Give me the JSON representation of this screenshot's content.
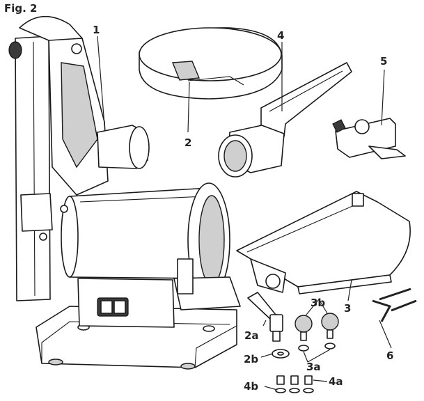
{
  "figure_title": "Fig. 2",
  "labels": {
    "l1": "1",
    "l2": "2",
    "l2a": "2a",
    "l2b": "2b",
    "l3": "3",
    "l3a": "3a",
    "l3b": "3b",
    "l4": "4",
    "l4a": "4a",
    "l4b": "4b",
    "l5": "5",
    "l6": "6"
  }
}
